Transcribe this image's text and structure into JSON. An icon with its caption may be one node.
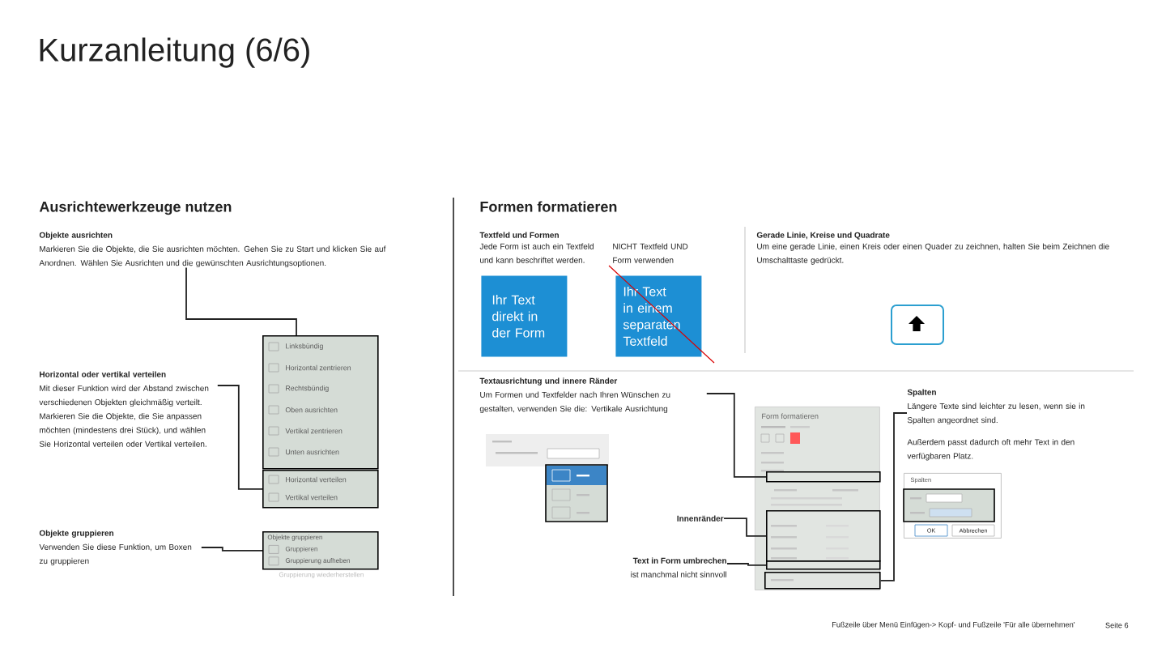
{
  "diagram": {
    "title": "Kurzanleitung (6/6)",
    "nodes": [
      {
        "text": [
          "Objekte ausrichten",
          "Markieren Sie die Objekte, die Sie ausrichten möchten. Gehen Sie zu Start und klicken Sie auf Anordnen. Wählen Sie Ausrichten und die gewünschten Ausrichtungsoptionen."
        ]
      },
      {
        "text": [
          "Linksbündig",
          "Horizontal zentrieren",
          "Rechtsbündig",
          "Oben ausrichten",
          "Vertikal zentrieren",
          "Unten ausrichten"
        ]
      },
      {
        "text": [
          "Horizontal oder vertikal verteilen",
          "Mit dieser Funktion wird der Abstand zwischen verschiedenen Objekten gleichmäßig verteilt. Markieren Sie die Objekte, die Sie anpassen möchten (mindestens drei Stück), und wählen Sie Horizontal verteilen oder Vertikal verteilen."
        ]
      },
      {
        "text": [
          "Horizontal verteilen",
          "Vertikal verteilen"
        ]
      },
      {
        "text": [
          "Objekte gruppieren",
          "Verwenden Sie diese Funktion, um Boxen zu gruppieren"
        ]
      },
      {
        "text": [
          "Objekte gruppieren",
          "Gruppieren",
          "Gruppierung aufheben"
        ],
        "beside": [
          "Gruppierung wiederherstellen"
        ]
      },
      {
        "text": [
          "Ihr Text direkt in der Form"
        ]
      },
      {
        "text": [
          "Ihr Text in einem separaten Textfeld"
        ]
      },
      {
        "text": [
          "Textausrichtung und innere Ränder",
          "Um Formen und Textfelder nach Ihren Wünschen zu gestalten, verwenden Sie die: Vertikale Ausrichtung"
        ]
      },
      {
        "text": [],
        "shape": "picture"
      },
      {
        "text": [
          "Form formatieren"
        ]
      },
      {
        "text": [],
        "shape": "box",
        "in": 10
      },
      {
        "text": [],
        "shape": "box",
        "in": 10
      },
      {
        "text": [],
        "shape": "box",
        "in": 10
      },
      {
        "text": [],
        "shape": "box",
        "in": 10
      },
      {
        "text": [
          "Innenränder"
        ]
      },
      {
        "text": [
          "Text in Form umbrechen",
          "ist manchmal nicht sinnvoll"
        ]
      },
      {
        "text": [
          "Spalten",
          "Längere Texte sind leichter zu lesen, wenn sie in Spalten angeordnet sind.",
          "Außerdem passt dadurch oft mehr Text in den verfügbaren Platz."
        ]
      },
      {
        "text": [
          "Spalten",
          "OK",
          "Abbrechen"
        ]
      },
      {
        "text": [],
        "shape": "box"
      }
    ],
    "edges": [
      {
        "from": 0,
        "to": 1,
        "arrow": "none"
      },
      {
        "from": 2,
        "to": 3,
        "arrow": "none"
      },
      {
        "from": 4,
        "to": 5,
        "arrow": "none"
      },
      {
        "from": 8,
        "to": 11,
        "arrow": "none"
      },
      {
        "from": 15,
        "to": 12,
        "arrow": "none"
      },
      {
        "from": 16,
        "to": 13,
        "arrow": "none"
      },
      {
        "from": 17,
        "to": 14,
        "arrow": "none"
      }
    ],
    "labels": [
      "Ausrichtewerkzeuge nutzen",
      "Formen formatieren",
      "Textfeld und Formen",
      "Jede Form ist auch ein Textfeld und kann beschriftet werden.",
      "NICHT Textfeld UND Form verwenden",
      "Gerade Linie, Kreise und Quadrate",
      "Um eine gerade Linie, einen Kreis oder einen Quader zu zeichnen, halten Sie beim Zeichnen die Umschalttaste gedrückt.",
      "Fußzeile über Menü Einfügen-> Kopf- und Fußzeile 'Für alle übernehmen'",
      "Seite 6"
    ]
  }
}
